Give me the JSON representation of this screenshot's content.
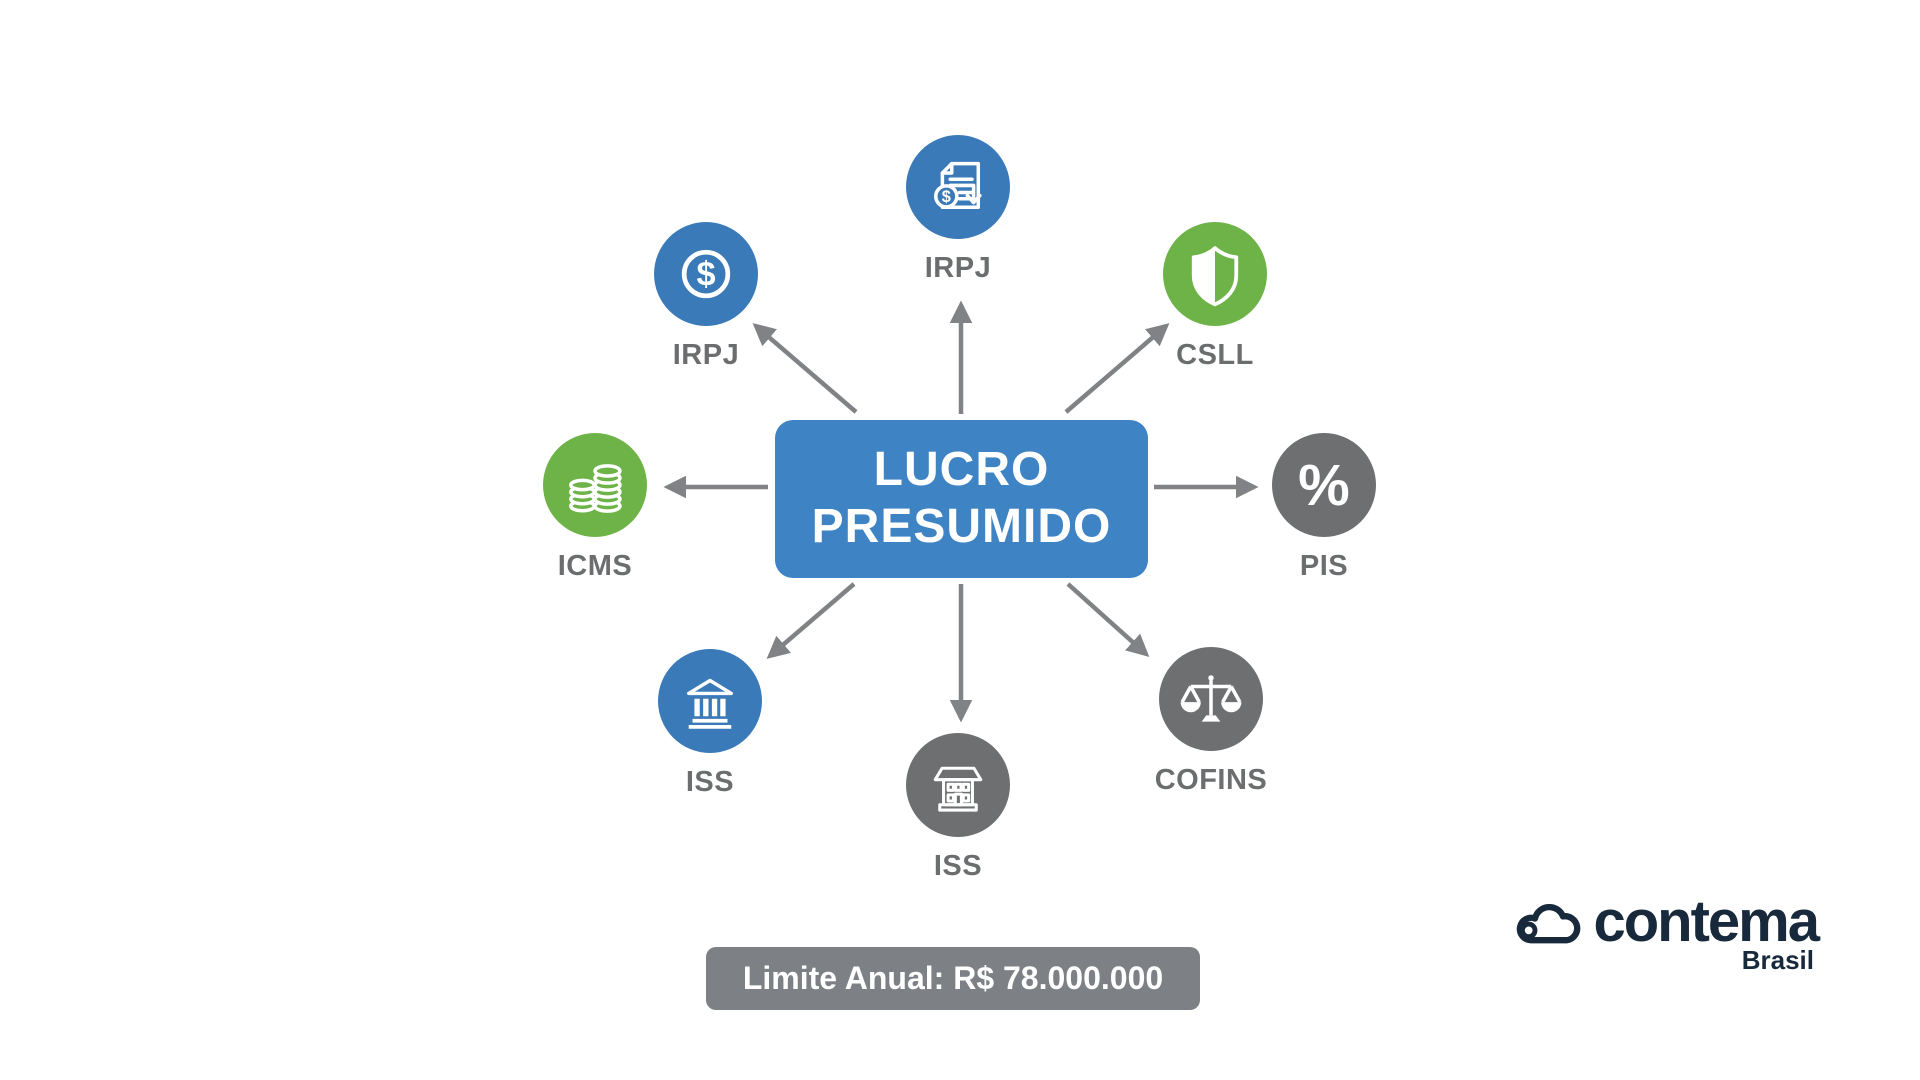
{
  "page": {
    "background": "#ffffff"
  },
  "diagram": {
    "center_box": {
      "line1": "LUCRO",
      "line2": "PRESUMIDO",
      "bg": "#3e84c4",
      "text_color": "#ffffff"
    },
    "colors": {
      "blue": "#3a7ab8",
      "green": "#6db347",
      "gray": "#6d6f71",
      "arrow": "#808285",
      "label": "#6b6d6f",
      "badge_bg": "#7d8185"
    },
    "nodes": [
      {
        "position": "top",
        "label": "IRPJ",
        "icon": "invoice-money-download-icon",
        "color": "blue",
        "glyph": "$"
      },
      {
        "position": "top-left",
        "label": "IRPJ",
        "icon": "dollar-coin-icon",
        "color": "blue",
        "glyph": "$"
      },
      {
        "position": "top-right",
        "label": "CSLL",
        "icon": "shield-icon",
        "color": "green",
        "glyph": ""
      },
      {
        "position": "left",
        "label": "ICMS",
        "icon": "coin-stacks-icon",
        "color": "green",
        "glyph": ""
      },
      {
        "position": "right",
        "label": "PIS",
        "icon": "percent-icon",
        "color": "gray",
        "glyph": "%"
      },
      {
        "position": "bottom-left",
        "label": "ISS",
        "icon": "bank-icon",
        "color": "blue",
        "glyph": ""
      },
      {
        "position": "bottom",
        "label": "ISS",
        "icon": "building-icon",
        "color": "gray",
        "glyph": ""
      },
      {
        "position": "bottom-right",
        "label": "COFINS",
        "icon": "scales-icon",
        "color": "gray",
        "glyph": ""
      }
    ],
    "footer_badge": {
      "text": "Limite Anual: R$ 78.000.000"
    }
  },
  "logo": {
    "brand": "contema",
    "region": "Brasil",
    "color": "#17293a"
  }
}
